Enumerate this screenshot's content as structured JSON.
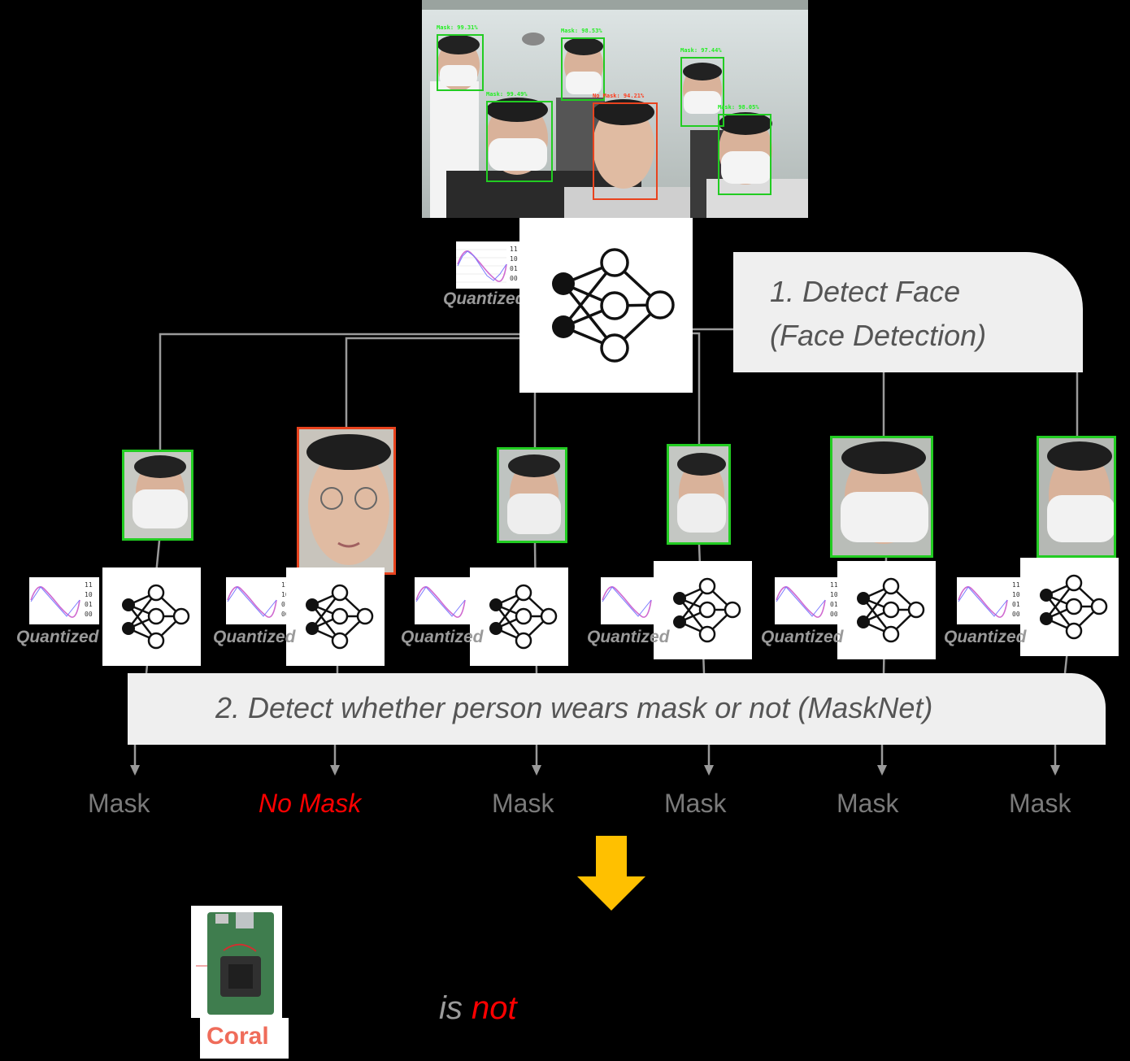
{
  "top_photo": {
    "detections": [
      {
        "label": "Mask: 99.31%",
        "status": "mask"
      },
      {
        "label": "Mask: 98.53%",
        "status": "mask"
      },
      {
        "label": "Mask: 97.44%",
        "status": "mask"
      },
      {
        "label": "Mask: 99.49%",
        "status": "mask"
      },
      {
        "label": "No Mask: 94.21%",
        "status": "no-mask"
      },
      {
        "label": "Mask: 98.05%",
        "status": "mask"
      }
    ]
  },
  "quantized_label": "Quantized",
  "step1": {
    "line1": "1. Detect Face",
    "line2": "(Face Detection)"
  },
  "step2": {
    "text": "2. Detect whether person wears mask or not (MaskNet)"
  },
  "results": [
    "Mask",
    "No Mask",
    "Mask",
    "Mask",
    "Mask",
    "Mask"
  ],
  "wave_digits": [
    "11",
    "10",
    "01",
    "00"
  ],
  "bottom": {
    "is": "is",
    "not": "not",
    "coral_logo": "Coral"
  },
  "colors": {
    "mask": "#22cc22",
    "no_mask": "#e8431e",
    "arrow": "#ffc000",
    "callout_bg": "#efefef"
  }
}
